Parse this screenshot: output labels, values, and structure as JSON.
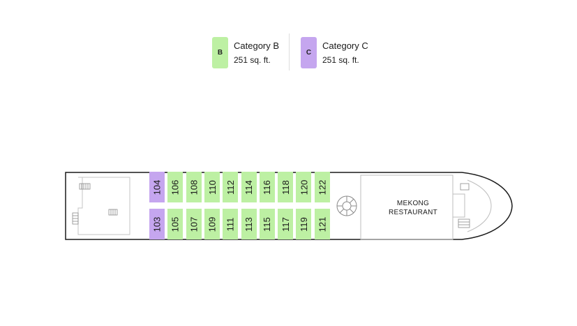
{
  "legend": {
    "items": [
      {
        "badge": "B",
        "name": "Category B",
        "size": "251 sq. ft.",
        "color": "#bdf0a3"
      },
      {
        "badge": "C",
        "name": "Category C",
        "size": "251 sq. ft.",
        "color": "#c5a6ef"
      }
    ]
  },
  "deck": {
    "cabins_top": [
      {
        "number": "104",
        "category": "C"
      },
      {
        "number": "106",
        "category": "B"
      },
      {
        "number": "108",
        "category": "B"
      },
      {
        "number": "110",
        "category": "B"
      },
      {
        "number": "112",
        "category": "B"
      },
      {
        "number": "114",
        "category": "B"
      },
      {
        "number": "116",
        "category": "B"
      },
      {
        "number": "118",
        "category": "B"
      },
      {
        "number": "120",
        "category": "B"
      },
      {
        "number": "122",
        "category": "B"
      }
    ],
    "cabins_bottom": [
      {
        "number": "103",
        "category": "C"
      },
      {
        "number": "105",
        "category": "B"
      },
      {
        "number": "107",
        "category": "B"
      },
      {
        "number": "109",
        "category": "B"
      },
      {
        "number": "111",
        "category": "B"
      },
      {
        "number": "113",
        "category": "B"
      },
      {
        "number": "115",
        "category": "B"
      },
      {
        "number": "117",
        "category": "B"
      },
      {
        "number": "119",
        "category": "B"
      },
      {
        "number": "121",
        "category": "B"
      }
    ],
    "restaurant": {
      "line1": "MEKONG",
      "line2": "RESTAURANT"
    }
  }
}
